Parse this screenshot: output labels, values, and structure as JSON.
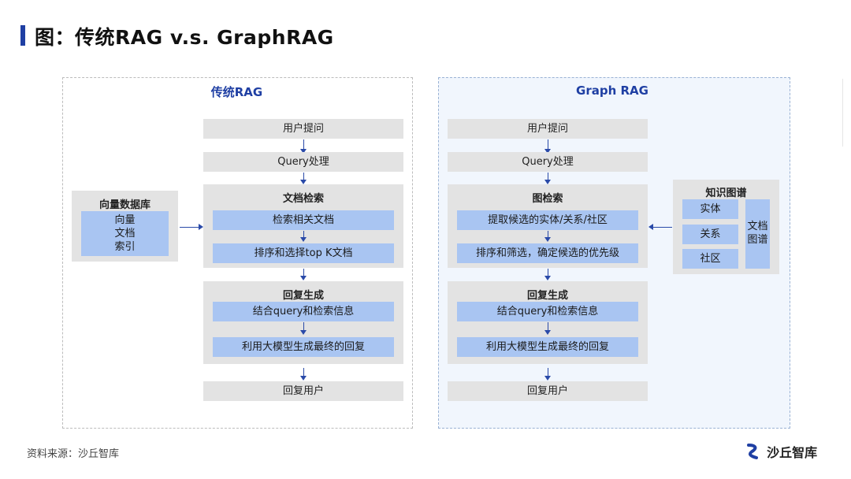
{
  "title": "图：传统RAG v.s. GraphRAG",
  "watermark": "沙丘智库",
  "left": {
    "title": "传统RAG",
    "user_question": "用户提问",
    "query_process": "Query处理",
    "retrieval": {
      "title": "文档检索",
      "steps": [
        "检索相关文档",
        "排序和选择top K文档"
      ]
    },
    "generation": {
      "title": "回复生成",
      "steps": [
        "结合query和检索信息",
        "利用大模型生成最终的回复"
      ]
    },
    "reply": "回复用户",
    "vector_db": {
      "title": "向量数据库",
      "index": "向量\n文档\n索引"
    }
  },
  "right": {
    "title": "Graph RAG",
    "user_question": "用户提问",
    "query_process": "Query处理",
    "retrieval": {
      "title": "图检索",
      "steps": [
        "提取候选的实体/关系/社区",
        "排序和筛选，确定候选的优先级"
      ]
    },
    "generation": {
      "title": "回复生成",
      "steps": [
        "结合query和检索信息",
        "利用大模型生成最终的回复"
      ]
    },
    "reply": "回复用户",
    "kg": {
      "title": "知识图谱",
      "items": [
        "实体",
        "关系",
        "社区"
      ],
      "doc_graph": "文档\n图谱"
    }
  },
  "footer": {
    "source": "资料来源：沙丘智库",
    "logo_text": "沙丘智库"
  },
  "colors": {
    "accent": "#1f3fa3",
    "gray_box": "#e3e3e3",
    "blue_box": "#a9c5f2",
    "right_panel_bg": "#f1f6fd"
  }
}
